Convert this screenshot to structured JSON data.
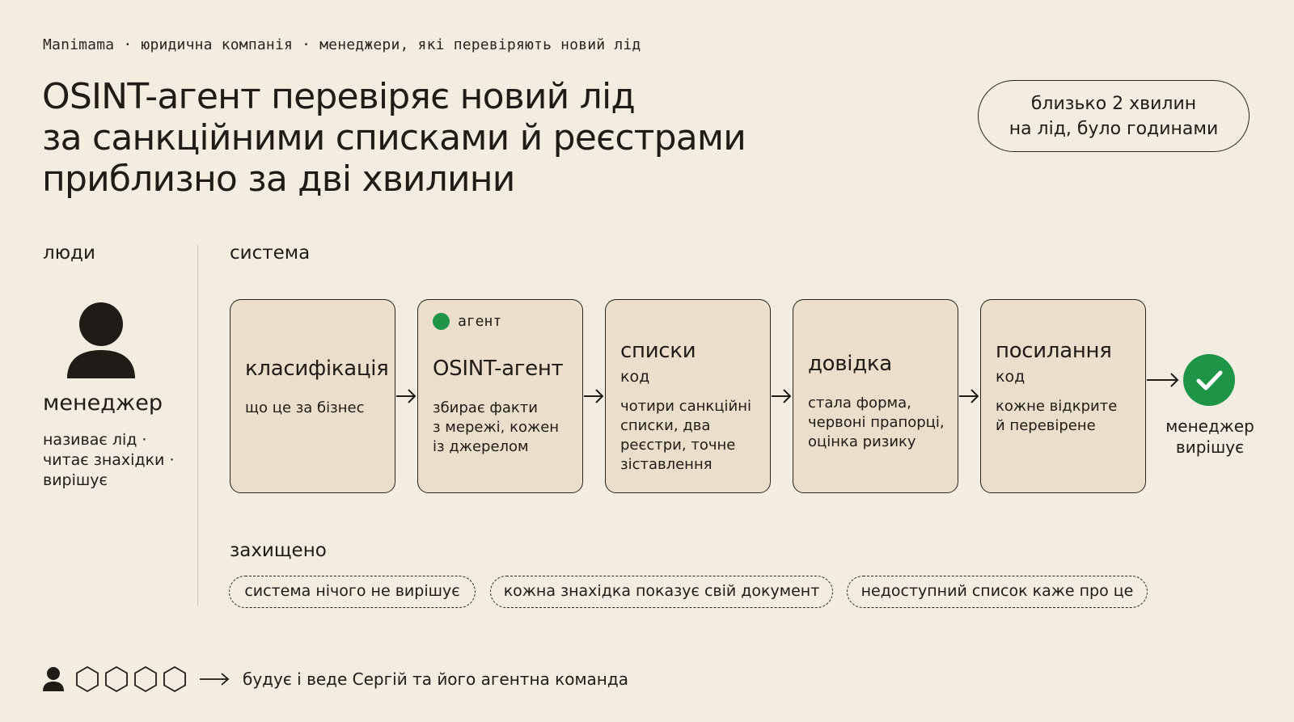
{
  "eyebrow": "Manimama · юридична компанія · менеджери, які перевіряють новий лід",
  "headline": {
    "line1": "OSINT-агент перевіряє новий лід",
    "line2": "за санкційними списками й реєстрами",
    "line3": "приблизно за дві хвилини"
  },
  "time_badge": {
    "line1": "близько 2 хвилин",
    "line2": "на лід, було годинами"
  },
  "lanes": {
    "people": "люди",
    "system": "система"
  },
  "person": {
    "icon": "person-icon",
    "name": "менеджер",
    "desc_line1": "називає лід ·",
    "desc_line2": "читає знахідки ·",
    "desc_line3": "вирішує"
  },
  "stages": [
    {
      "title": "класифікація",
      "sub": "",
      "badge": "",
      "desc": [
        "що це за бізнес"
      ]
    },
    {
      "title": "OSINT-агент",
      "sub": "",
      "badge": "агент",
      "desc": [
        "збирає факти",
        "з мережі, кожен",
        "із джерелом"
      ]
    },
    {
      "title": "списки",
      "sub": "код",
      "badge": "",
      "desc": [
        "чотири санкційні",
        "списки, два",
        "реєстри, точне",
        "зіставлення"
      ]
    },
    {
      "title": "довідка",
      "sub": "",
      "badge": "",
      "desc": [
        "стала форма,",
        "червоні прапорці,",
        "оцінка ризику"
      ]
    },
    {
      "title": "посилання",
      "sub": "код",
      "badge": "",
      "desc": [
        "кожне відкрите",
        "й перевірене"
      ]
    }
  ],
  "outcome": {
    "icon": "check-icon",
    "line1": "менеджер",
    "line2": "вирішує"
  },
  "protected": {
    "label": "захищено",
    "tags": [
      "система нічого не вирішує",
      "кожна знахідка показує свій документ",
      "недоступний список каже про це"
    ]
  },
  "footer": {
    "text": "будує і веде Сергій та його агентна команда"
  },
  "colors": {
    "background": "#f3ece1",
    "card": "#ebdfcc",
    "ink": "#1f1b16",
    "accent_green": "#1e9447"
  }
}
